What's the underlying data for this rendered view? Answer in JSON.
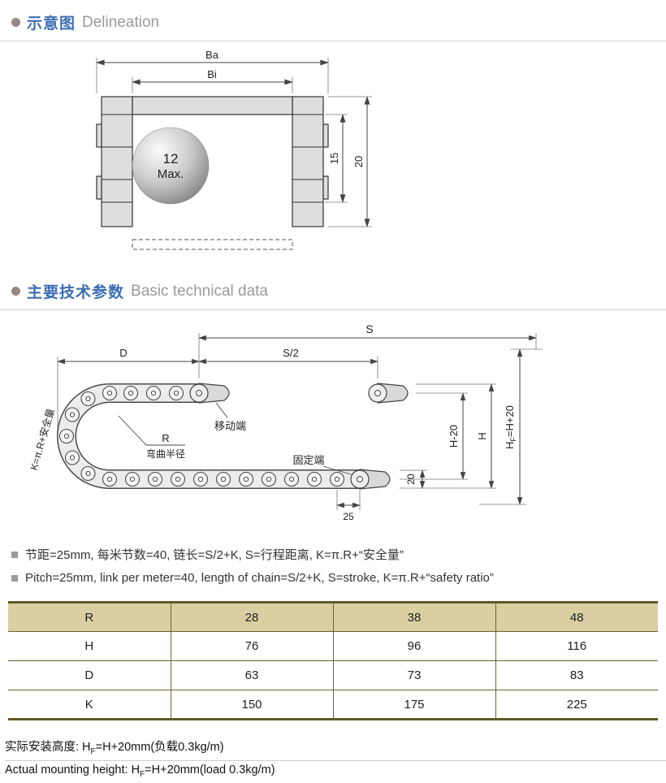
{
  "sections": {
    "s1": {
      "zh": "示意图",
      "en": "Delineation"
    },
    "s2": {
      "zh": "主要技术参数",
      "en": "Basic technical data"
    }
  },
  "diagram1": {
    "ba": "Ba",
    "bi": "Bi",
    "dim15": "15",
    "dim20": "20",
    "ball_line1": "12",
    "ball_line2": "Max."
  },
  "diagram2": {
    "s": "S",
    "s_half": "S/2",
    "d": "D",
    "h_minus_20": "H-20",
    "h": "H",
    "hf_main": "H",
    "hf_sub": "F",
    "hf_rest": "=H+20",
    "v20": "20",
    "pitch25": "25",
    "moving_end": "移动端",
    "fixed_end": "固定端",
    "r_label": "R",
    "bend_radius": "弯曲半径",
    "k_label": "K=π.R+安全量"
  },
  "notes": {
    "zh": "节距=25mm, 每米节数=40, 链长=S/2+K, S=行程距离, K=π.R+“安全量”",
    "en": "Pitch=25mm, link per meter=40, length of chain=S/2+K, S=stroke, K=π.R+“safety ratio”"
  },
  "table": {
    "rows": [
      {
        "label": "R",
        "values": [
          "28",
          "38",
          "48"
        ]
      },
      {
        "label": "H",
        "values": [
          "76",
          "96",
          "116"
        ]
      },
      {
        "label": "D",
        "values": [
          "63",
          "73",
          "83"
        ]
      },
      {
        "label": "K",
        "values": [
          "150",
          "175",
          "225"
        ]
      }
    ]
  },
  "footer": {
    "zh_prefix": "实际安装高度: H",
    "zh_sub": "F",
    "zh_rest": "=H+20mm(负载0.3kg/m)",
    "en_prefix": "Actual mounting height: H",
    "en_sub": "F",
    "en_rest": "=H+20mm(load 0.3kg/m)"
  }
}
